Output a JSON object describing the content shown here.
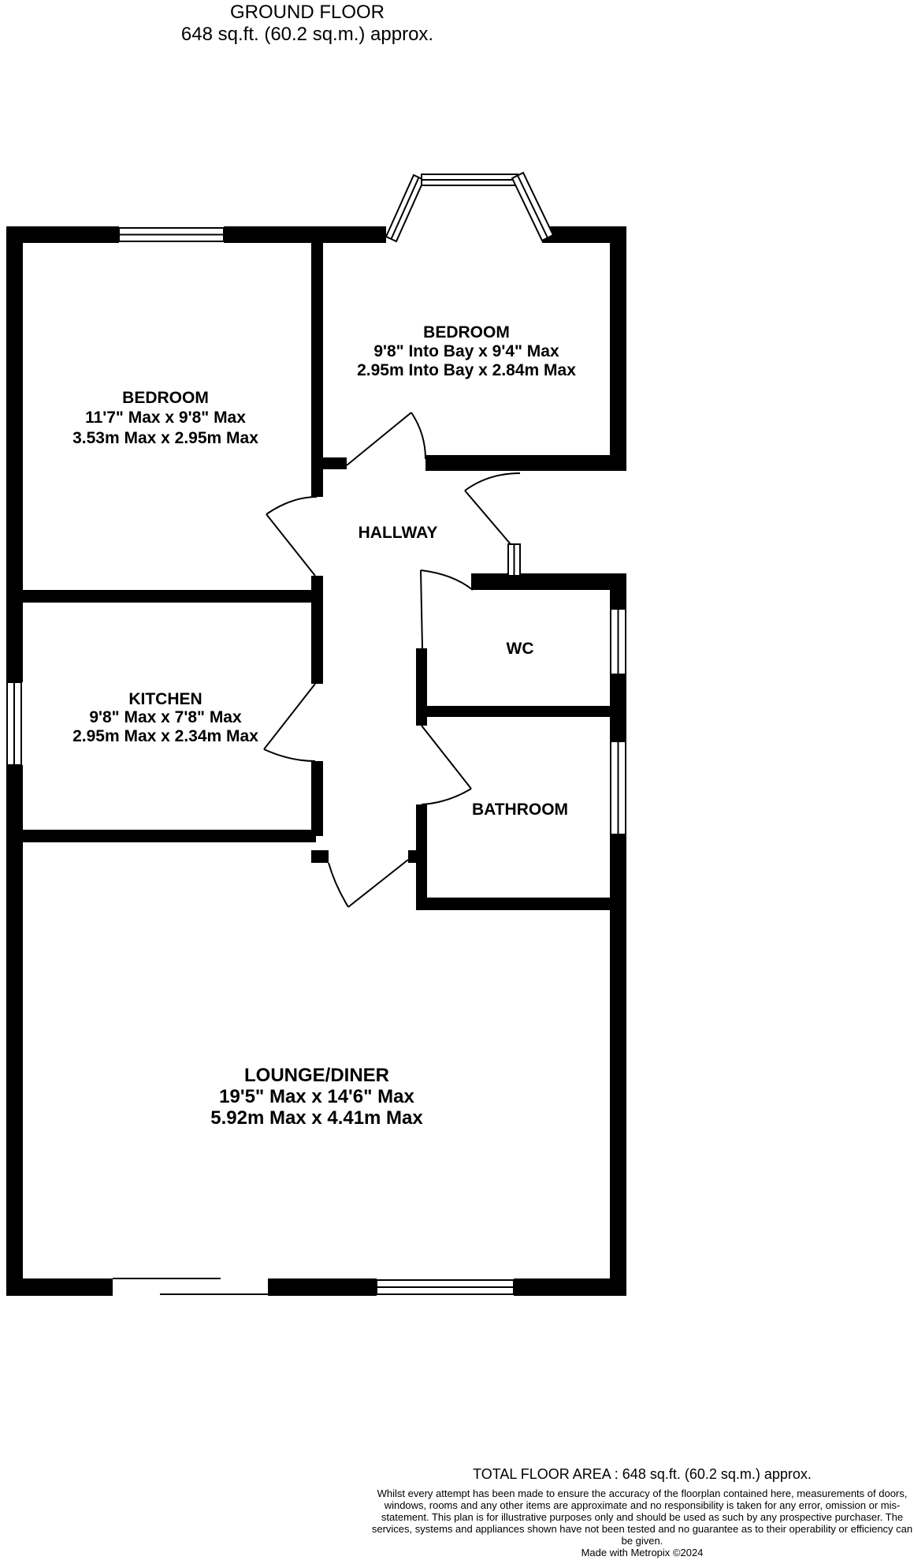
{
  "header": {
    "floor_name": "GROUND FLOOR",
    "floor_area": "648 sq.ft. (60.2 sq.m.) approx."
  },
  "rooms": {
    "bedroom_left": {
      "name": "BEDROOM",
      "imperial": "11'7\" Max x 9'8\" Max",
      "metric": "3.53m Max x 2.95m Max"
    },
    "bedroom_right": {
      "name": "BEDROOM",
      "imperial": "9'8\" Into Bay x 9'4\" Max",
      "metric": "2.95m Into Bay x 2.84m Max"
    },
    "hallway": {
      "name": "HALLWAY"
    },
    "wc": {
      "name": "WC"
    },
    "kitchen": {
      "name": "KITCHEN",
      "imperial": "9'8\" Max x 7'8\" Max",
      "metric": "2.95m Max x 2.34m Max"
    },
    "bathroom": {
      "name": "BATHROOM"
    },
    "lounge": {
      "name": "LOUNGE/DINER",
      "imperial": "19'5\" Max x 14'6\" Max",
      "metric": "5.92m Max x 4.41m Max"
    }
  },
  "footer": {
    "total": "TOTAL FLOOR AREA : 648 sq.ft. (60.2 sq.m.) approx.",
    "disclaimer": "Whilst every attempt has been made to ensure the accuracy of the floorplan contained here, measurements of doors, windows, rooms and any other items are approximate and no responsibility is taken for any error, omission or mis-statement. This plan is for illustrative purposes only and should be used as such by any prospective purchaser. The services, systems and appliances shown have not been tested and no guarantee as to their operability or efficiency can be given.",
    "credit": "Made with Metropix ©2024"
  },
  "colors": {
    "wall": "#000000",
    "background": "#ffffff",
    "window": "#ffffff"
  }
}
